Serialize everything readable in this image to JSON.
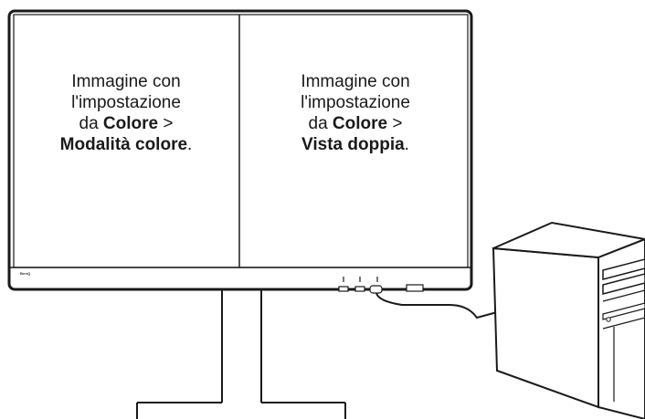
{
  "monitor": {
    "brand": "BenQ",
    "left_panel": {
      "line1": "Immagine con",
      "line2": "l'impostazione",
      "line3_prefix": "da ",
      "line3_bold": "Colore",
      "line3_suffix": " >",
      "line4_bold": "Modalità colore",
      "line4_suffix": "."
    },
    "right_panel": {
      "line1": "Immagine con",
      "line2": "l'impostazione",
      "line3_prefix": "da ",
      "line3_bold": "Colore",
      "line3_suffix": " >",
      "line4_bold": "Vista doppia",
      "line4_suffix": "."
    }
  },
  "colors": {
    "outline": "#1a1a1a",
    "background": "#ffffff"
  }
}
